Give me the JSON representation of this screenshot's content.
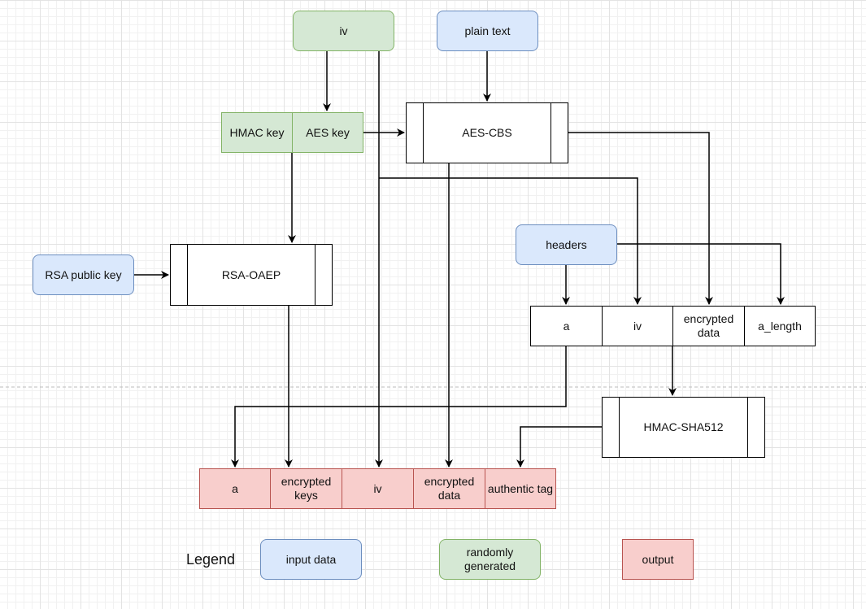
{
  "nodes": {
    "iv_input": "iv",
    "plain_text": "plain text",
    "hmac_key": "HMAC key",
    "aes_key": "AES key",
    "aes_cbs": "AES-CBS",
    "headers": "headers",
    "rsa_public_key": "RSA public key",
    "rsa_oaep": "RSA-OAEP",
    "hmac_sha512": "HMAC-SHA512"
  },
  "mac_input": [
    "a",
    "iv",
    "encrypted data",
    "a_length"
  ],
  "output": [
    "a",
    "encrypted keys",
    "iv",
    "encrypted data",
    "authentic tag"
  ],
  "legend": {
    "title": "Legend",
    "input": "input data",
    "random": "randomly generated",
    "output": "output"
  },
  "colors": {
    "input": "#dae8fc",
    "random": "#d5e8d4",
    "output": "#f8cecc"
  }
}
